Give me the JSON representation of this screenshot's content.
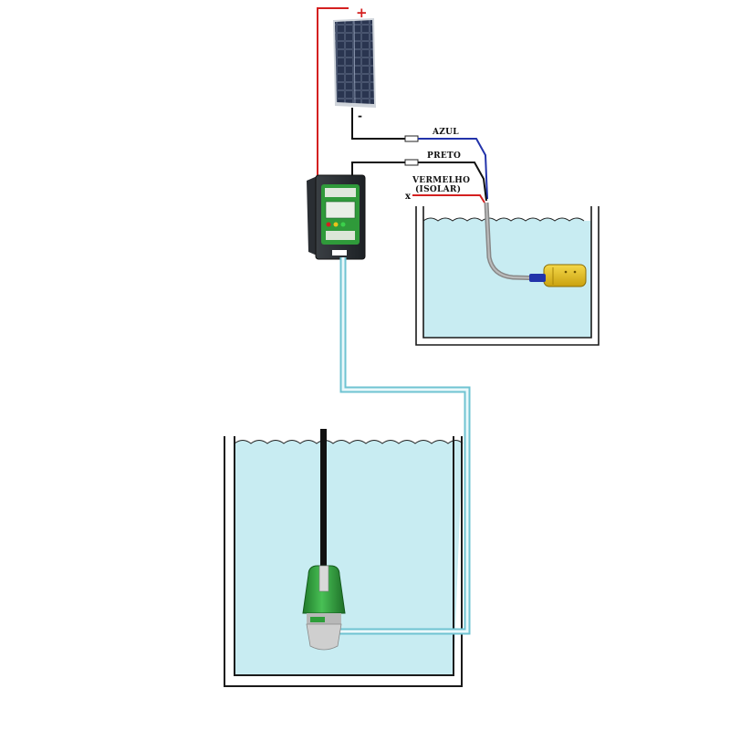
{
  "solar_panel": {
    "positive_label": "+",
    "negative_label": "-"
  },
  "wires": {
    "blue_label": "AZUL",
    "black_label": "PRETO",
    "red_label_line1": "VERMELHO",
    "red_label_line2": "(ISOLAR)",
    "red_end_mark": "x"
  },
  "colors": {
    "water": "#c8ecf2",
    "tank_wall": "#1a1a1a",
    "wire_red": "#d42020",
    "wire_blue": "#2233aa",
    "wire_black": "#111111",
    "pipe": "#6fc3d2",
    "pump_green": "#2e9e3a",
    "float_yellow": "#e8c21a"
  },
  "icons": [
    "solar-panel-icon",
    "controller-box-icon",
    "float-switch-icon",
    "submersible-pump-icon"
  ]
}
